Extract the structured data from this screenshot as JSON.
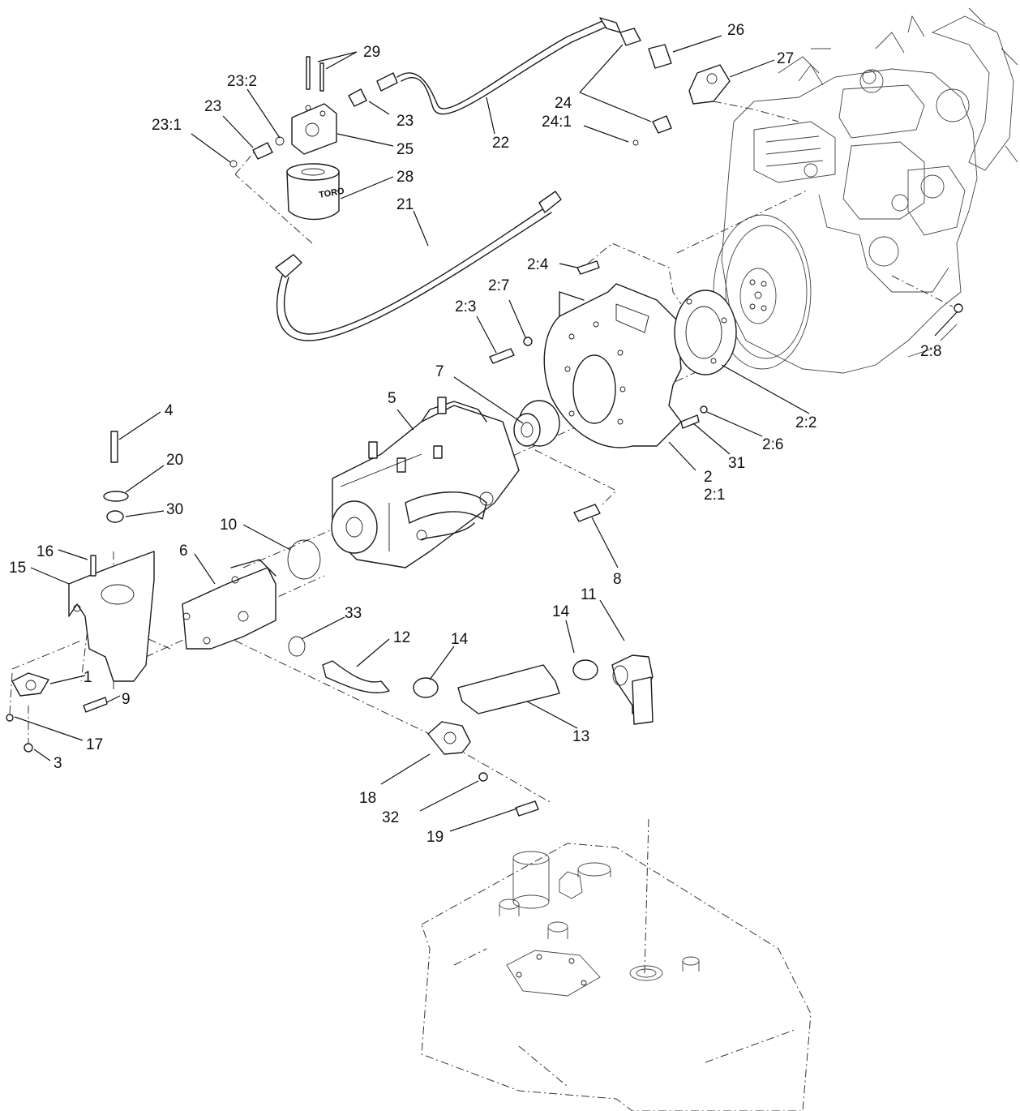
{
  "callouts": [
    {
      "id": "c29",
      "text": "29"
    },
    {
      "id": "c26",
      "text": "26"
    },
    {
      "id": "c27",
      "text": "27"
    },
    {
      "id": "c23_2",
      "text": "23:2"
    },
    {
      "id": "c23a",
      "text": "23"
    },
    {
      "id": "c23b",
      "text": "23"
    },
    {
      "id": "c23_1",
      "text": "23:1"
    },
    {
      "id": "c24",
      "text": "24"
    },
    {
      "id": "c24_1",
      "text": "24:1"
    },
    {
      "id": "c25",
      "text": "25"
    },
    {
      "id": "c22",
      "text": "22"
    },
    {
      "id": "c28",
      "text": "28"
    },
    {
      "id": "c21",
      "text": "21"
    },
    {
      "id": "c2_4",
      "text": "2:4"
    },
    {
      "id": "c2_7",
      "text": "2:7"
    },
    {
      "id": "c2_3",
      "text": "2:3"
    },
    {
      "id": "c2_8",
      "text": "2:8"
    },
    {
      "id": "c7",
      "text": "7"
    },
    {
      "id": "c5",
      "text": "5"
    },
    {
      "id": "c4",
      "text": "4"
    },
    {
      "id": "c2_2",
      "text": "2:2"
    },
    {
      "id": "c2_6",
      "text": "2:6"
    },
    {
      "id": "c31",
      "text": "31"
    },
    {
      "id": "c20",
      "text": "20"
    },
    {
      "id": "c2",
      "text": "2"
    },
    {
      "id": "c2_1",
      "text": "2:1"
    },
    {
      "id": "c30",
      "text": "30"
    },
    {
      "id": "c10",
      "text": "10"
    },
    {
      "id": "c6",
      "text": "6"
    },
    {
      "id": "c16",
      "text": "16"
    },
    {
      "id": "c15",
      "text": "15"
    },
    {
      "id": "c8",
      "text": "8"
    },
    {
      "id": "c11",
      "text": "11"
    },
    {
      "id": "c14a",
      "text": "14"
    },
    {
      "id": "c33",
      "text": "33"
    },
    {
      "id": "c12",
      "text": "12"
    },
    {
      "id": "c14b",
      "text": "14"
    },
    {
      "id": "c1",
      "text": "1"
    },
    {
      "id": "c9",
      "text": "9"
    },
    {
      "id": "c13",
      "text": "13"
    },
    {
      "id": "c17",
      "text": "17"
    },
    {
      "id": "c3",
      "text": "3"
    },
    {
      "id": "c18",
      "text": "18"
    },
    {
      "id": "c32",
      "text": "32"
    },
    {
      "id": "c19",
      "text": "19"
    }
  ],
  "filter_brand": "TORO"
}
